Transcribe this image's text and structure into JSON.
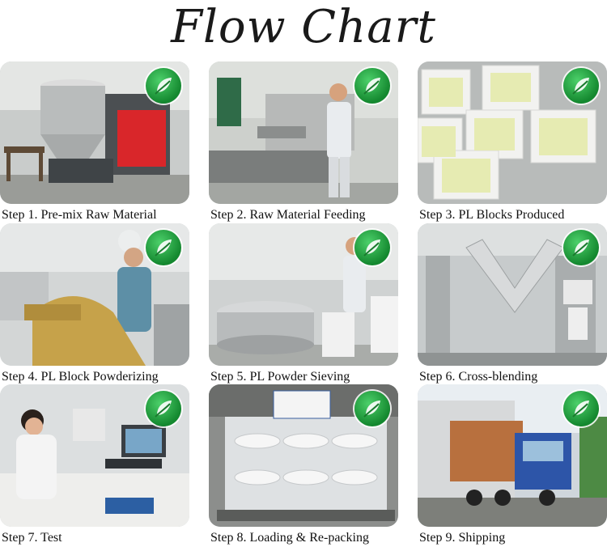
{
  "title": "Flow Chart",
  "steps": [
    {
      "caption": "Step 1. Pre-mix Raw Material",
      "photo_icon": "mixing-machine-icon"
    },
    {
      "caption": "Step 2. Raw Material Feeding",
      "photo_icon": "worker-feeding-icon"
    },
    {
      "caption": "Step 3. PL Blocks Produced",
      "photo_icon": "blocks-icon"
    },
    {
      "caption": "Step 4. PL Block Powderizing",
      "photo_icon": "powderizer-icon"
    },
    {
      "caption": "Step 5. PL Powder Sieving",
      "photo_icon": "sieve-icon"
    },
    {
      "caption": "Step 6. Cross-blending",
      "photo_icon": "v-blender-icon"
    },
    {
      "caption": "Step 7. Test",
      "photo_icon": "lab-test-icon"
    },
    {
      "caption": "Step 8. Loading & Re-packing",
      "photo_icon": "pallet-buckets-icon"
    },
    {
      "caption": "Step 9. Shipping",
      "photo_icon": "truck-icon"
    }
  ],
  "logo_icon": "green-leaf-logo-icon",
  "colors": {
    "logo_green": "#1f9a3b",
    "title_text": "#1a1a1a"
  }
}
